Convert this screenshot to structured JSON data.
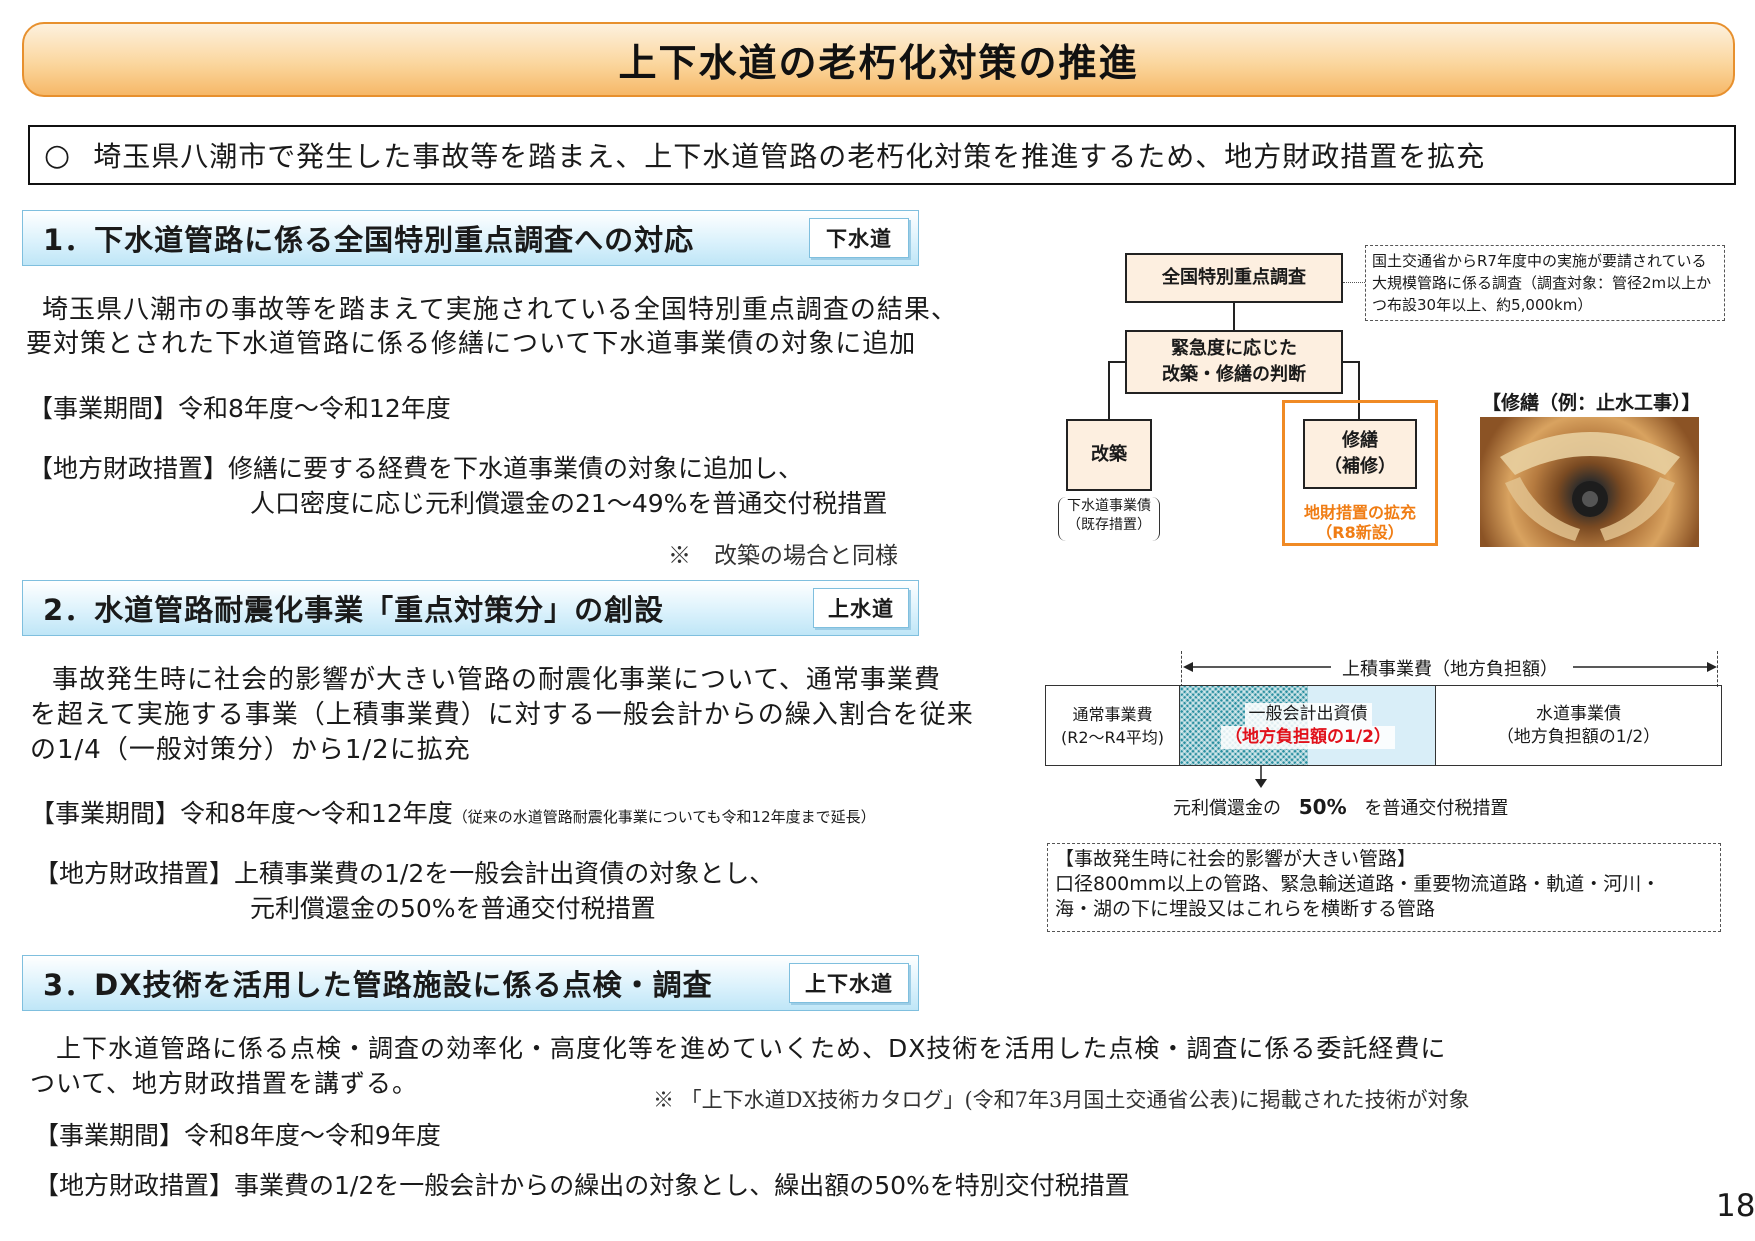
{
  "title": "上下水道の老朽化対策の推進",
  "summary": {
    "bullet": "○",
    "text": "埼玉県八潮市で発生した事故等を踏まえ、上下水道管路の老朽化対策を推進するため、地方財政措置を拡充"
  },
  "section1": {
    "header": "1．下水道管路に係る全国特別重点調査への対応",
    "tag": "下水道",
    "body_line1": "埼玉県八潮市の事故等を踏まえて実施されている全国特別重点調査の結果、",
    "body_line2": "要対策とされた下水道管路に係る修繕について下水道事業債の対象に追加",
    "period": "【事業期間】令和8年度～令和12年度",
    "measure_line1": "【地方財政措置】修繕に要する経費を下水道事業債の対象に追加し、",
    "measure_line2": "人口密度に応じ元利償還金の21～49%を普通交付税措置",
    "note": "※　改築の場合と同様"
  },
  "diagram1": {
    "survey": "全国特別重点調査",
    "survey_note": "国土交通省からR7年度中の実施が要請されている大規模管路に係る調査（調査対象：管径2m以上かつ布設30年以上、約5,000km）",
    "judgement_line1": "緊急度に応じた",
    "judgement_line2": "改築・修繕の判断",
    "rebuild": "改築",
    "rebuild_note_line1": "下水道事業債",
    "rebuild_note_line2": "（既存措置）",
    "repair_line1": "修繕",
    "repair_line2": "（補修）",
    "repair_note_line1": "地財措置の拡充",
    "repair_note_line2": "（R8新設）",
    "photo_caption": "【修繕（例：止水工事）】"
  },
  "section2": {
    "header": "2．水道管路耐震化事業「重点対策分」の創設",
    "tag": "上水道",
    "body_line1": "事故発生時に社会的影響が大きい管路の耐震化事業について、通常事業費",
    "body_line2": "を超えて実施する事業（上積事業費）に対する一般会計からの繰入割合を従来",
    "body_line3": "の1/4（一般対策分）から1/2に拡充",
    "period": "【事業期間】令和8年度～令和12年度",
    "period_note": "（従来の水道管路耐震化事業についても令和12年度まで延長）",
    "measure_line1": "【地方財政措置】上積事業費の1/2を一般会計出資債の対象とし、",
    "measure_line2": "元利償還金の50%を普通交付税措置"
  },
  "diagram2": {
    "span_label": "上積事業費（地方負担額）",
    "cell1_line1": "通常事業費",
    "cell1_line2": "(R2～R4平均)",
    "cell2_line1": "一般会計出資債",
    "cell2_line2": "（地方負担額の1/2）",
    "cell3_line1": "水道事業債",
    "cell3_line2": "（地方負担額の1/2）",
    "result_prefix": "元利償還金の",
    "result_rate": "50%",
    "result_suffix": "を普通交付税措置",
    "damage_title": "【事故発生時に社会的影響が大きい管路】",
    "damage_line1": "口径800mm以上の管路、緊急輸送道路・重要物流道路・軌道・河川・",
    "damage_line2": "海・湖の下に埋設又はこれらを横断する管路",
    "colors": {
      "hatch": "#1f8c9e",
      "light_blue": "#d9eef8",
      "red": "#e1111b"
    }
  },
  "section3": {
    "header": "3．DX技術を活用した管路施設に係る点検・調査",
    "tag": "上下水道",
    "body_line1": "上下水道管路に係る点検・調査の効率化・高度化等を進めていくため、DX技術を活用した点検・調査に係る委託経費に",
    "body_line2": "ついて、地方財政措置を講ずる。",
    "note": "※ 「上下水道DX技術カタログ」(令和7年3月国土交通省公表)に掲載された技術が対象",
    "period": "【事業期間】令和8年度～令和9年度",
    "measure": "【地方財政措置】事業費の1/2を一般会計からの繰出の対象とし、繰出額の50%を特別交付税措置"
  },
  "page_number": "18"
}
